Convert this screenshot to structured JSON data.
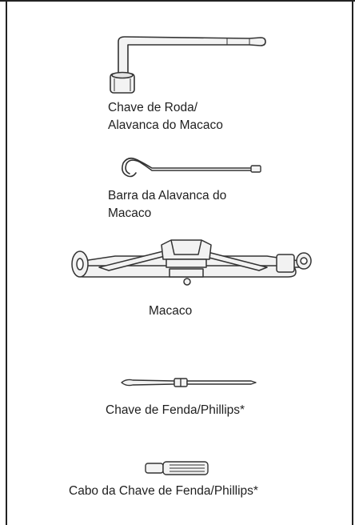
{
  "items": [
    {
      "name": "lug-wrench",
      "icon": "lug-wrench-icon",
      "caption": [
        "Chave de Roda/",
        "Alavanca do Macaco"
      ]
    },
    {
      "name": "jack-handle-bar",
      "icon": "jack-handle-bar-icon",
      "caption": [
        "Barra da Alavanca do",
        "Macaco"
      ]
    },
    {
      "name": "jack",
      "icon": "scissor-jack-icon",
      "caption": [
        "Macaco"
      ]
    },
    {
      "name": "screwdriver",
      "icon": "screwdriver-icon",
      "caption": [
        "Chave de Fenda/Phillips*"
      ]
    },
    {
      "name": "screwdriver-handle",
      "icon": "screwdriver-handle-icon",
      "caption": [
        "Cabo da Chave de Fenda/Phillips*"
      ]
    }
  ]
}
